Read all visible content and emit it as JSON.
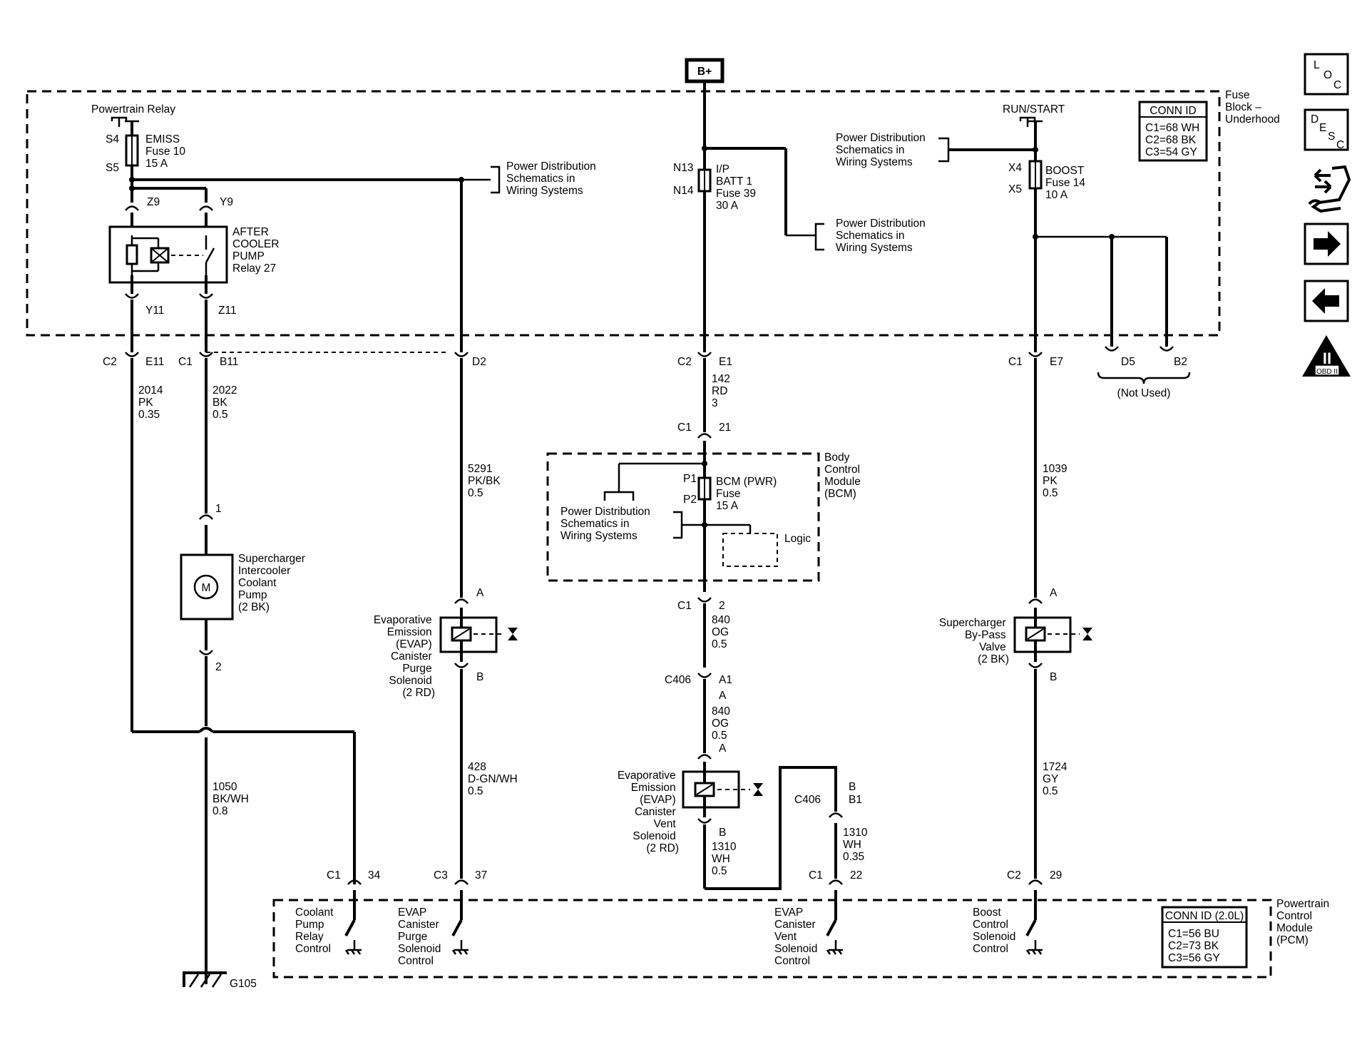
{
  "supply": {
    "bplus": "B+",
    "powertrain_relay": "Powertrain Relay",
    "run_start": "RUN/START"
  },
  "fuse_block": {
    "title": [
      "Fuse",
      "Block –",
      "Underhood"
    ],
    "conn_id": {
      "title": "CONN ID",
      "rows": [
        "C1=68 WH",
        "C2=68 BK",
        "C3=54 GY"
      ]
    },
    "emiss_fuse": {
      "top_pin": "S4",
      "bottom_pin": "S5",
      "label": [
        "EMISS",
        "Fuse 10",
        "15 A"
      ]
    },
    "ip_batt_fuse": {
      "top_pin": "N13",
      "bottom_pin": "N14",
      "label": [
        "I/P",
        "BATT 1",
        "Fuse 39",
        "30 A"
      ]
    },
    "boost_fuse": {
      "top_pin": "X4",
      "bottom_pin": "X5",
      "label": [
        "BOOST",
        "Fuse 14",
        "10 A"
      ]
    },
    "relay": {
      "pin_z9": "Z9",
      "pin_y9": "Y9",
      "pin_y11": "Y11",
      "pin_z11": "Z11",
      "label": [
        "AFTER",
        "COOLER",
        "PUMP",
        "Relay 27"
      ]
    },
    "power_dist": [
      "Power Distribution",
      "Schematics in",
      "Wiring Systems"
    ]
  },
  "connectors": {
    "c2": "C2",
    "c1": "C1",
    "c3": "C3",
    "c406": "C406",
    "e11": "E11",
    "b11": "B11",
    "d2": "D2",
    "e1": "E1",
    "e7": "E7",
    "d5": "D5",
    "b2": "B2",
    "not_used": "(Not Used)",
    "p21": "21",
    "p2": "2",
    "a1": "A1",
    "b1": "B1",
    "p34": "34",
    "p37": "37",
    "p22": "22",
    "p29": "29",
    "pa": "A",
    "pb": "B",
    "p1": "1"
  },
  "wires": {
    "w2014": [
      "2014",
      "PK",
      "0.35"
    ],
    "w2022": [
      "2022",
      "BK",
      "0.5"
    ],
    "w5291": [
      "5291",
      "PK/BK",
      "0.5"
    ],
    "w142": [
      "142",
      "RD",
      "3"
    ],
    "w1039": [
      "1039",
      "PK",
      "0.5"
    ],
    "w840a": [
      "840",
      "OG",
      "0.5"
    ],
    "w840b": [
      "840",
      "OG",
      "0.5"
    ],
    "w428": [
      "428",
      "D-GN/WH",
      "0.5"
    ],
    "w1050": [
      "1050",
      "BK/WH",
      "0.8"
    ],
    "w1310a": [
      "1310",
      "WH",
      "0.5"
    ],
    "w1310b": [
      "1310",
      "WH",
      "0.35"
    ],
    "w1724": [
      "1724",
      "GY",
      "0.5"
    ]
  },
  "bcm": {
    "title": [
      "Body",
      "Control",
      "Module",
      "(BCM)"
    ],
    "fuse": {
      "top_pin": "P1",
      "bottom_pin": "P2",
      "label": [
        "BCM (PWR)",
        "Fuse",
        "15 A"
      ]
    },
    "logic": "Logic"
  },
  "components": {
    "pump": [
      "Supercharger",
      "Intercooler",
      "Coolant",
      "Pump",
      "(2 BK)"
    ],
    "motor": "M",
    "purge": [
      "Evaporative",
      "Emission",
      "(EVAP)",
      "Canister",
      "Purge",
      "Solenoid",
      "(2 RD)"
    ],
    "vent": [
      "Evaporative",
      "Emission",
      "(EVAP)",
      "Canister",
      "Vent",
      "Solenoid",
      "(2 RD)"
    ],
    "bypass": [
      "Supercharger",
      "By-Pass",
      "Valve",
      "(2 BK)"
    ],
    "ground": "G105"
  },
  "pcm": {
    "title": [
      "Powertrain",
      "Control",
      "Module",
      "(PCM)"
    ],
    "conn_id": {
      "title": "CONN ID (2.0L)",
      "rows": [
        "C1=56 BU",
        "C2=73 BK",
        "C3=56 GY"
      ]
    },
    "coolant": [
      "Coolant",
      "Pump",
      "Relay",
      "Control"
    ],
    "purge": [
      "EVAP",
      "Canister",
      "Purge",
      "Solenoid",
      "Control"
    ],
    "vent": [
      "EVAP",
      "Canister",
      "Vent",
      "Solenoid",
      "Control"
    ],
    "boost": [
      "Boost",
      "Control",
      "Solenoid",
      "Control"
    ]
  },
  "nav": {
    "loc": [
      "L",
      "O",
      "C"
    ],
    "desc": [
      "D",
      "E",
      "S",
      "C"
    ],
    "obd": "OBD II",
    "obd_mark": "II"
  }
}
